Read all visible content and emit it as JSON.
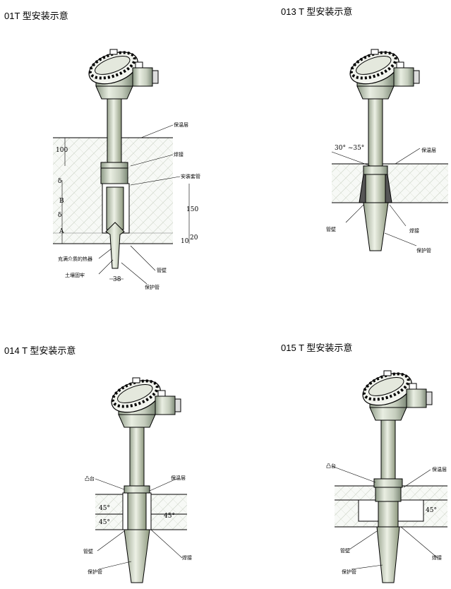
{
  "panels": [
    {
      "title": "01T 型安装示意",
      "labels": {
        "insulation": "保温层",
        "weld": "焊接",
        "mount_sleeve": "安装套管",
        "filler": "充满介质的热器",
        "soil": "土壤固牢",
        "pipe_wall": "管壁",
        "protect_tube": "保护管"
      },
      "dims": {
        "d100": "100",
        "delta1": "δ",
        "B": "B",
        "delta2": "δ",
        "A": "A",
        "d150": "150",
        "d10": "10",
        "d20": "20",
        "d38": "38"
      }
    },
    {
      "title": "013 T 型安装示意",
      "labels": {
        "angle": "30° ~35°",
        "insulation": "保温层",
        "pipe_wall": "管壁",
        "weld": "焊接",
        "protect_tube": "保护管"
      }
    },
    {
      "title": "014 T 型安装示意",
      "labels": {
        "boss": "凸台",
        "insulation": "保温层",
        "angle1": "45°",
        "angle2": "45°",
        "angle3": "45°",
        "pipe_wall": "管壁",
        "weld": "焊接",
        "protect_tube": "保护管"
      }
    },
    {
      "title": "015 T 型安装示意",
      "labels": {
        "boss": "凸台",
        "insulation": "保温层",
        "angle": "45°",
        "pipe_wall": "管壁",
        "weld": "焊接",
        "protect_tube": "保护管"
      }
    }
  ]
}
